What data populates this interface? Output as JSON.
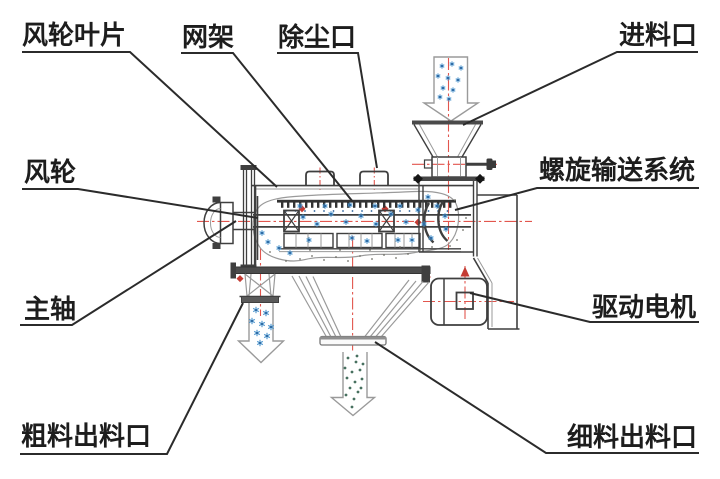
{
  "diagram": {
    "subject": "airflow-centrifugal-sifter-structure",
    "labels": {
      "blade": "风轮叶片",
      "mesh_frame": "网架",
      "dust_port": "除尘口",
      "feed_inlet": "进料口",
      "wind_wheel": "风轮",
      "screw_system": "螺旋输送系统",
      "main_shaft": "主轴",
      "drive_motor": "驱动电机",
      "coarse_outlet": "粗料出料口",
      "fine_outlet": "细料出料口"
    },
    "colors": {
      "text": "#1d1d1d",
      "leader": "#2b2b2b",
      "dark": "#3f3f3f",
      "light": "#9a9a9a",
      "red": "#e2564e",
      "red_fill": "#c43c34",
      "blue": "#4792cc",
      "blue_core": "#2a6099",
      "fine": "#47705f",
      "dust": "#6f6f66"
    }
  }
}
